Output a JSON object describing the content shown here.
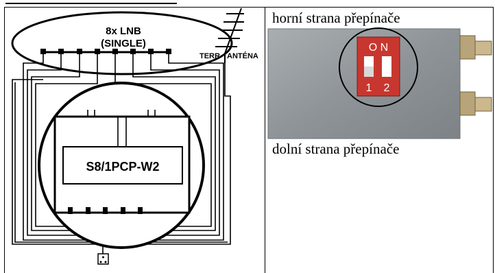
{
  "diagram": {
    "lnb_line1": "8x LNB",
    "lnb_line2": "(SINGLE)",
    "terr_label": "TERR",
    "antenna_label": "ANTÉNA",
    "switch_model": "S8/1PCP-W2"
  },
  "photo": {
    "dip_on_label": "O N",
    "dip_1_label": "1",
    "dip_2_label": "2"
  },
  "captions": {
    "top": "horní strana přepínače",
    "bottom": "dolní strana přepínače"
  },
  "colors": {
    "dip_switch": "#c8372f",
    "housing": "#9a9fa3",
    "connector": "#b8a47a"
  }
}
